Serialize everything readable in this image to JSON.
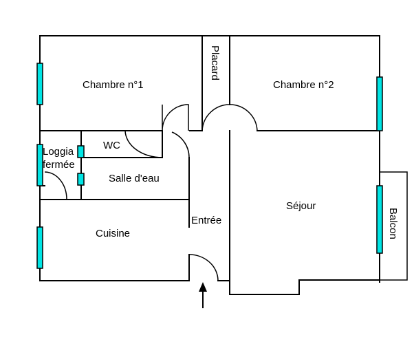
{
  "plan": {
    "rooms": [
      {
        "id": "chambre1",
        "label": "Chambre n°1"
      },
      {
        "id": "placard",
        "label": "Placard"
      },
      {
        "id": "chambre2",
        "label": "Chambre n°2"
      },
      {
        "id": "wc",
        "label": "WC"
      },
      {
        "id": "loggia_line1",
        "label": "Loggia"
      },
      {
        "id": "loggia_line2",
        "label": "fermée"
      },
      {
        "id": "salle_eau",
        "label": "Salle d'eau"
      },
      {
        "id": "sejour",
        "label": "Séjour"
      },
      {
        "id": "balcon",
        "label": "Balcon"
      },
      {
        "id": "entree",
        "label": "Entrée"
      },
      {
        "id": "cuisine",
        "label": "Cuisine"
      }
    ],
    "colors": {
      "wall": "#000000",
      "window_fill": "#00e5e5",
      "background": "#ffffff"
    },
    "icons": {
      "entrance": "up-arrow-icon"
    }
  }
}
